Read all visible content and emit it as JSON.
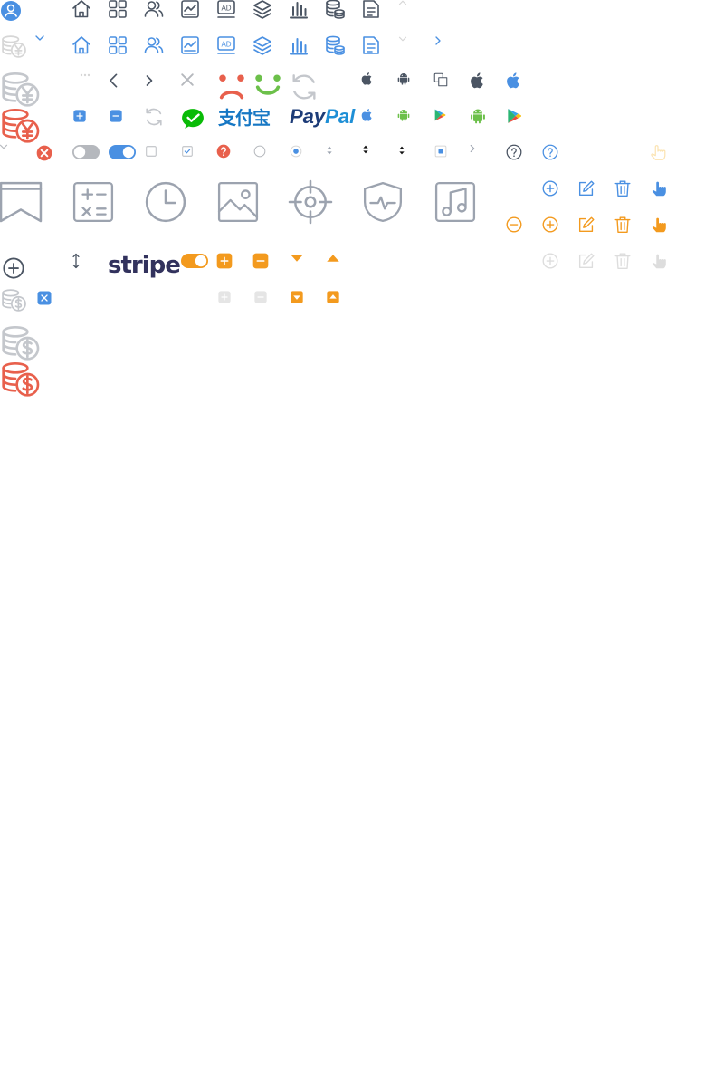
{
  "colors": {
    "gray": "#4b5563",
    "blue": "#4a90e2",
    "orange": "#f39a1e",
    "red": "#e8604c",
    "green": "#6cc04a",
    "light": "#d6d6d6"
  },
  "brands": {
    "alipay": "支付宝",
    "paypal_pay": "Pay",
    "paypal_pal": "Pal",
    "stripe": "stripe"
  },
  "icon_set": [
    "user-avatar-icon",
    "chevron-down-icon",
    "home-icon",
    "grid-icon",
    "users-icon",
    "chart-icon",
    "ad-icon",
    "layers-icon",
    "bar-chart-icon",
    "database-icon",
    "document-icon",
    "chevron-up-icon",
    "chevron-right-icon",
    "coins-yen-icon",
    "ellipsis-icon",
    "chevron-left-icon",
    "close-icon",
    "sad-face-icon",
    "happy-face-icon",
    "refresh-icon",
    "apple-icon",
    "android-icon",
    "copy-icon",
    "plus-square-icon",
    "minus-square-icon",
    "wechat-pay-icon",
    "alipay-logo",
    "paypal-logo",
    "google-play-icon",
    "error-circle-icon",
    "toggle-off-icon",
    "toggle-on-icon",
    "checkbox-unchecked-icon",
    "checkbox-checked-icon",
    "help-circle-icon",
    "radio-unchecked-icon",
    "radio-checked-icon",
    "sort-icon",
    "help-icon",
    "bookmark-icon",
    "calculator-icon",
    "clock-icon",
    "image-icon",
    "target-icon",
    "shield-pulse-icon",
    "music-icon",
    "add-circle-icon",
    "edit-icon",
    "delete-icon",
    "touch-icon",
    "minus-circle-icon",
    "resize-vertical-icon",
    "stripe-logo",
    "caret-down-icon",
    "caret-up-icon",
    "coins-dollar-icon",
    "close-square-icon"
  ]
}
